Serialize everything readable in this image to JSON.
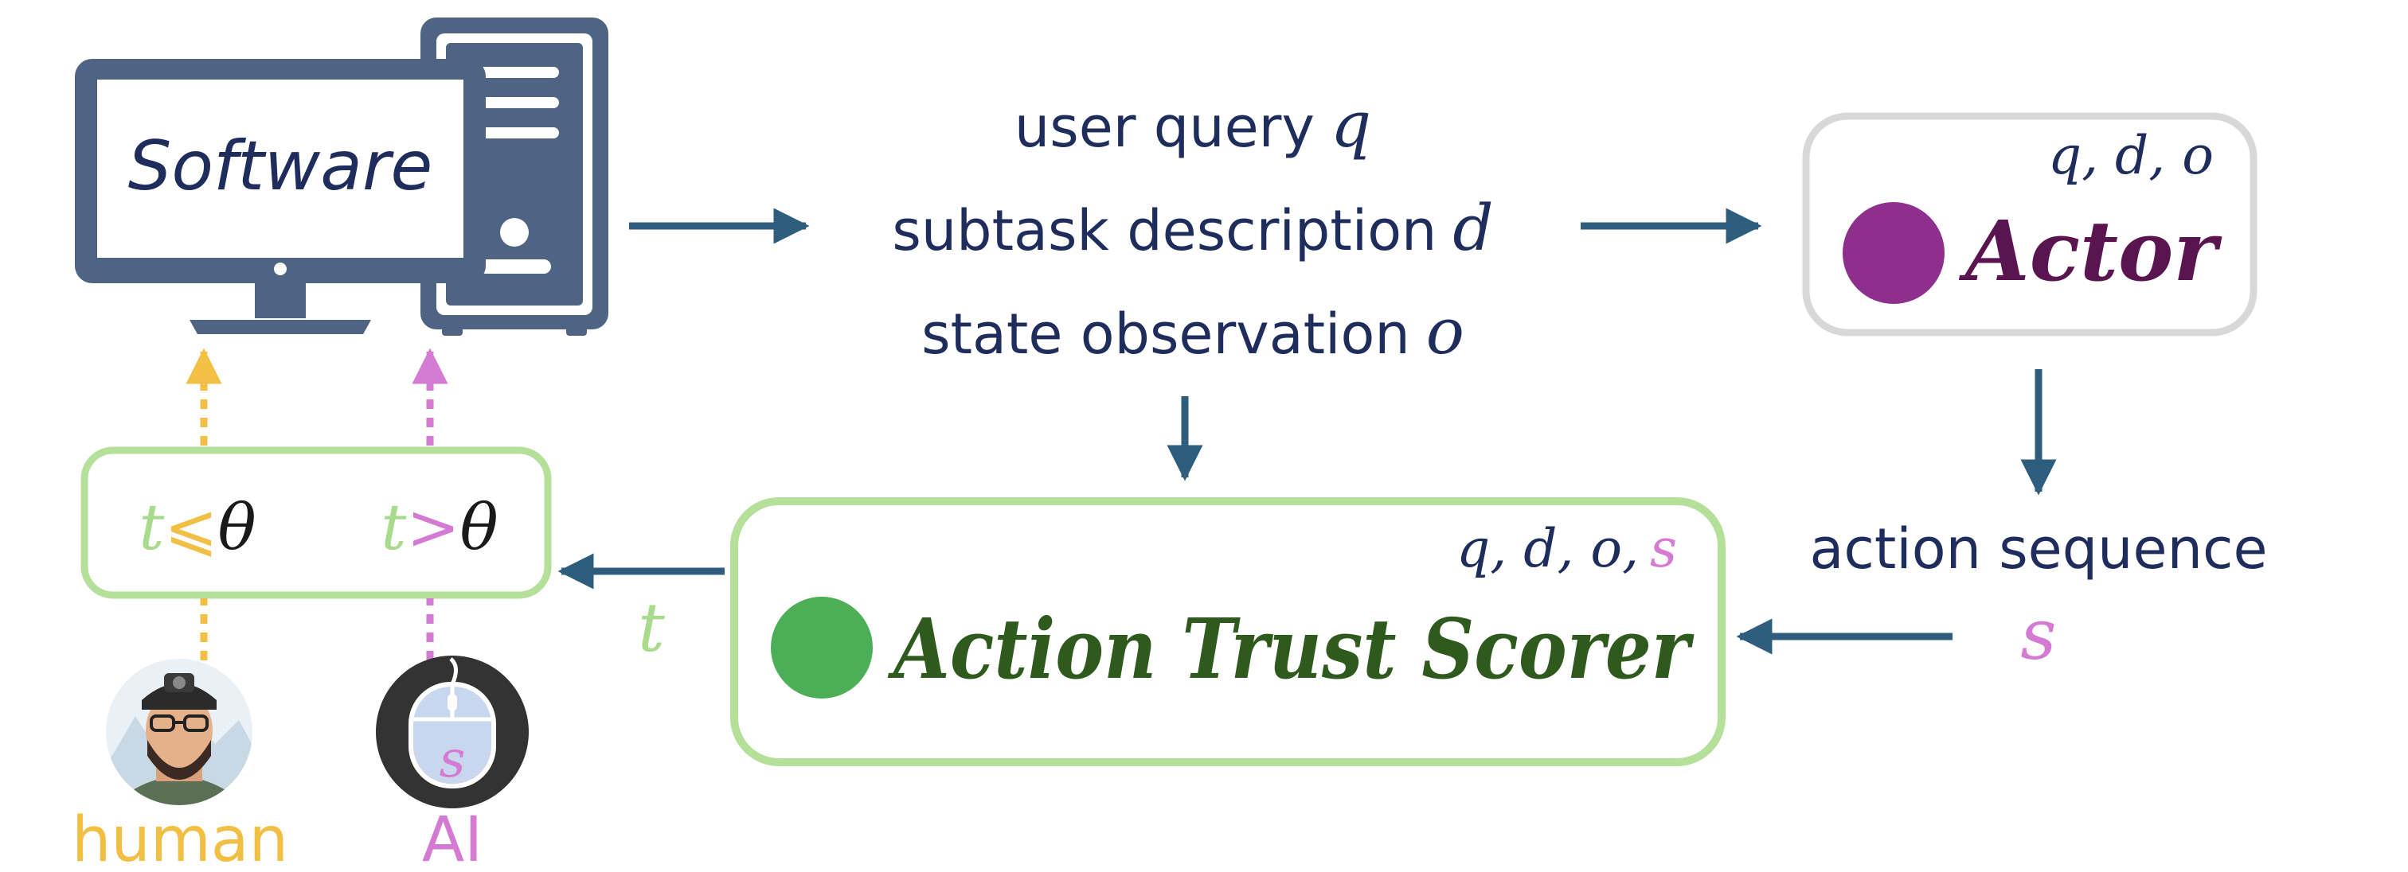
{
  "software": {
    "label": "Software"
  },
  "inputs": {
    "line1": {
      "text": "user query",
      "var": "q"
    },
    "line2": {
      "text": "subtask description",
      "var": "d"
    },
    "line3": {
      "text": "state observation",
      "var": "o"
    }
  },
  "actor": {
    "vars": "q, d, o",
    "label": "Actor"
  },
  "scorer": {
    "vars": "q, d, o,",
    "var_s": "s",
    "label": "Action Trust Scorer"
  },
  "action_sequence": {
    "label": "action sequence",
    "var": "s"
  },
  "trust_output": {
    "label": "t"
  },
  "decision": {
    "human_rule": {
      "t": "t",
      "op": "⩽",
      "theta": "θ"
    },
    "ai_rule": {
      "t": "t",
      "op": ">",
      "theta": "θ"
    }
  },
  "agents": {
    "human": {
      "label": "human"
    },
    "ai": {
      "label": "AI",
      "icon_letter": "s"
    }
  },
  "colors": {
    "navy": "#1f2d5c",
    "arrow": "#2e5d7e",
    "computer": "#4f6482",
    "actor_purple": "#8e2f8e",
    "scorer_green": "#4caf58",
    "scorer_text": "#2f5a1e",
    "light_green": "#a8dc8c",
    "pink": "#d47ad2",
    "yellow": "#f2bf45",
    "box_gray": "#d8d8d8"
  },
  "icons": [
    "desktop-computer-icon",
    "human-avatar-icon",
    "mouse-icon"
  ]
}
